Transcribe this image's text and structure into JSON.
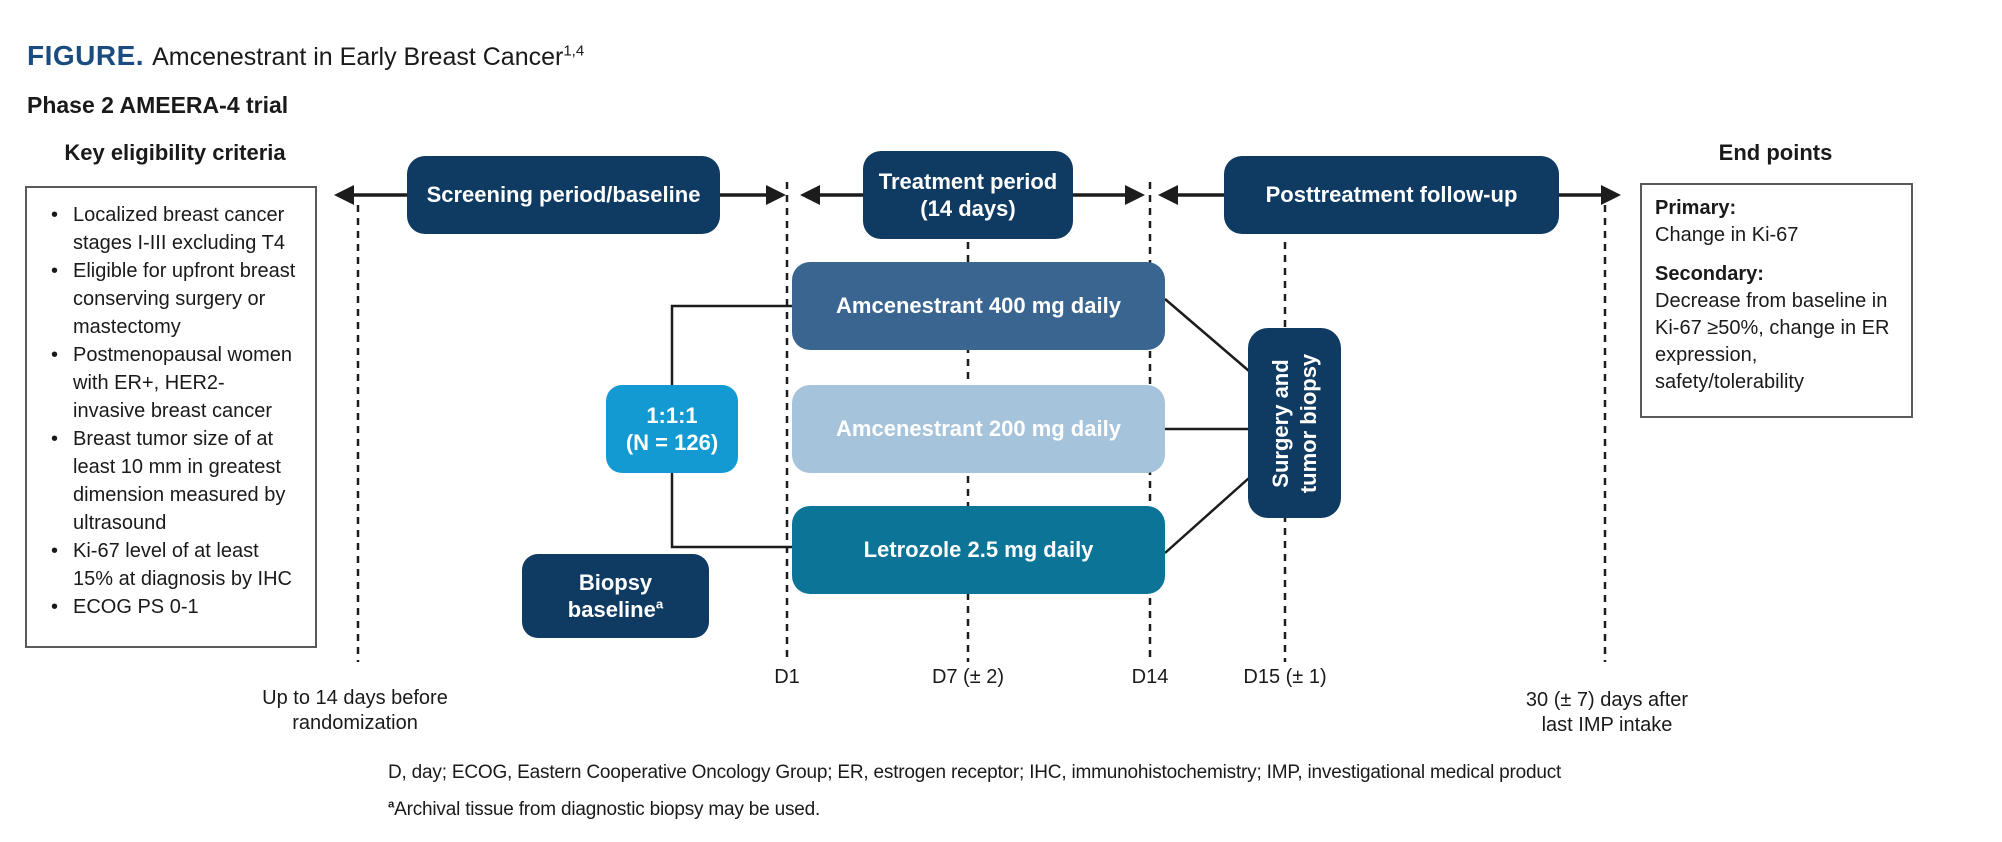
{
  "figure": {
    "label": "FIGURE.",
    "title": "Amcenestrant in Early Breast Cancer",
    "title_sup": "1,4",
    "subtitle": "Phase 2 AMEERA-4 trial"
  },
  "eligibility": {
    "heading": "Key eligibility criteria",
    "items": [
      "Localized breast cancer stages I-III excluding T4",
      "Eligible for upfront breast conserving surgery or mastectomy",
      "Postmenopausal women with ER+, HER2- invasive breast cancer",
      "Breast tumor size of at least 10 mm in greatest dimension measured by ultrasound",
      "Ki-67 level of at least 15% at diagnosis by IHC",
      "ECOG PS 0-1"
    ]
  },
  "periods": {
    "screening": "Screening period/baseline",
    "treatment_line1": "Treatment period",
    "treatment_line2": "(14 days)",
    "posttreatment": "Posttreatment follow-up"
  },
  "randomization": {
    "ratio": "1:1:1",
    "n": "(N = 126)"
  },
  "arms": [
    {
      "label": "Amcenestrant 400 mg daily"
    },
    {
      "label": "Amcenestrant 200 mg daily"
    },
    {
      "label": "Letrozole 2.5 mg daily"
    }
  ],
  "surgery": {
    "line1": "Surgery and",
    "line2": "tumor biopsy"
  },
  "biopsy": {
    "line1": "Biopsy",
    "line2": "baseline",
    "sup": "a"
  },
  "timeline": {
    "d1": "D1",
    "d7": "D7 (± 2)",
    "d14": "D14",
    "d15": "D15 (± 1)",
    "before_line1": "Up to 14 days before",
    "before_line2": "randomization",
    "after_line1": "30 (± 7) days after",
    "after_line2": "last IMP intake"
  },
  "endpoints": {
    "heading": "End points",
    "primary_label": "Primary:",
    "primary_text": "Change in Ki-67",
    "secondary_label": "Secondary:",
    "secondary_text": "Decrease from baseline in Ki-67 ≥50%, change in ER expression, safety/tolerability"
  },
  "footnotes": {
    "abbreviations": "D, day; ECOG, Eastern Cooperative Oncology Group; ER, estrogen receptor; IHC, immunohistochemistry; IMP, investigational medical product",
    "note_sup": "a",
    "note": "Archival tissue from diagnostic biopsy may be used."
  },
  "colors": {
    "navy": "#0f3a61",
    "figure_accent": "#1b4c7f",
    "arm_400": "#3a6591",
    "arm_200": "#a5c3da",
    "arm_letrozole": "#0c7497",
    "randomization_blue": "#149ad3",
    "line": "#1c1c1c",
    "border_gray": "#595959",
    "text": "#1a1a1a"
  }
}
